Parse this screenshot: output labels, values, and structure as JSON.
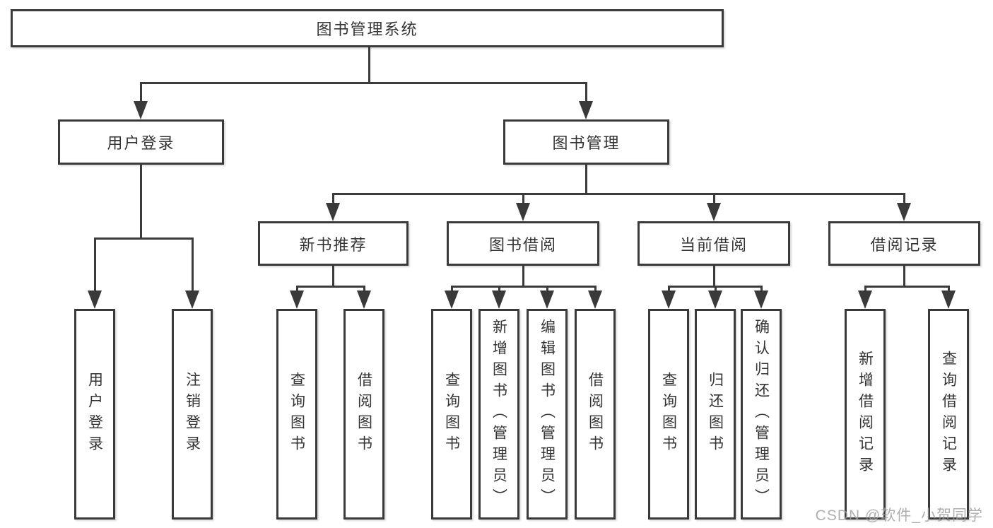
{
  "nodes": {
    "root": "图书管理系统",
    "user_login": "用户登录",
    "book_management": "图书管理",
    "new_book_recommend": "新书推荐",
    "book_borrow": "图书借阅",
    "current_borrow": "当前借阅",
    "borrow_records": "借阅记录",
    "a1": "用户登录",
    "a2": "注销登录",
    "b1": "查询图书",
    "b2": "借阅图书",
    "c1": "查询图书",
    "c2": "新增图书（管理员）",
    "c3": "编辑图书（管理员）",
    "c4": "借阅图书",
    "d1": "查询图书",
    "d2": "归还图书",
    "d3": "确认归还（管理员）",
    "e1": "新增借阅记录",
    "e2": "查询借阅记录"
  },
  "watermark": "CSDN @软件_小贺同学",
  "colors": {
    "line": "#3a3a3a",
    "text": "#333333",
    "watermark": "#9e9e9e",
    "background": "#ffffff"
  }
}
